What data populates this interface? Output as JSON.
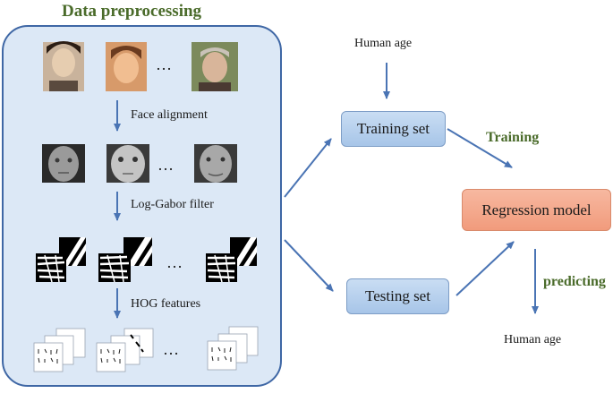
{
  "title": "Data preprocessing",
  "steps": {
    "face_alignment": "Face alignment",
    "log_gabor": "Log-Gabor filter",
    "hog": "HOG features"
  },
  "ellipsis": "…",
  "right": {
    "human_age_top": "Human age",
    "training_set": "Training set",
    "testing_set": "Testing set",
    "training_label": "Training",
    "regression_model": "Regression model",
    "predicting_label": "predicting",
    "human_age_bottom": "Human age"
  },
  "colors": {
    "panel_fill": "#dce8f6",
    "panel_border": "#3f67a5",
    "arrow": "#4a74b4",
    "label_green": "#4a6b2a",
    "box_blue": "#aac7ea",
    "box_red": "#f3a386"
  }
}
